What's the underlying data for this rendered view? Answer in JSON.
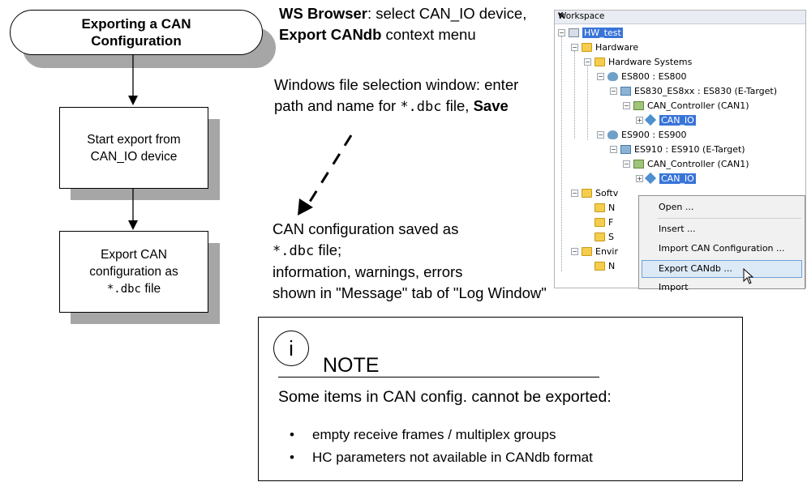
{
  "flow": {
    "start_label": "Exporting a CAN Configuration",
    "step1": "Start export from CAN_IO device",
    "step2_a": "Export CAN configuration as",
    "step2_code": "*.dbc",
    "step2_b": "file"
  },
  "desc": {
    "d1_bold1": "WS Browser",
    "d1_t1": ": select CAN_IO device, ",
    "d1_bold2": "Export CANdb",
    "d1_t2": " context menu",
    "d2_t1": "Windows file selection window: enter path and name for ",
    "d2_code": "*.dbc",
    "d2_t2": " file, ",
    "d2_bold": "Save",
    "d3_t1": "CAN configuration saved as",
    "d3_code": "*.dbc",
    "d3_t2": " file;",
    "d3_t3": "information, warnings, errors",
    "d3_t4": "shown in \"Message\" tab of \"Log Window\""
  },
  "workspace": {
    "title": "Workspace",
    "pin": "▾",
    "close": "×",
    "tree": [
      {
        "label": "HW_test",
        "selected": true
      },
      {
        "label": "Hardware"
      },
      {
        "label": "Hardware Systems"
      },
      {
        "label": "ES800 : ES800"
      },
      {
        "label": "ES830_ES8xx : ES830 (E-Target)"
      },
      {
        "label": "CAN_Controller (CAN1)"
      },
      {
        "label": "CAN_IO",
        "selected": true
      },
      {
        "label": "ES900 : ES900"
      },
      {
        "label": "ES910 : ES910 (E-Target)"
      },
      {
        "label": "CAN_Controller (CAN1)"
      },
      {
        "label": "CAN_IO",
        "selected": true
      },
      {
        "label": "Softv"
      },
      {
        "label": "N"
      },
      {
        "label": "F"
      },
      {
        "label": "S"
      },
      {
        "label": "Envir"
      },
      {
        "label": "N"
      }
    ]
  },
  "context_menu": {
    "items": [
      "Open ...",
      "Insert ...",
      "Import CAN Configuration ...",
      "Export CANdb ...",
      "Import"
    ]
  },
  "note": {
    "icon": "i",
    "title": "NOTE",
    "text": "Some items in CAN config. cannot be exported:",
    "bullets": [
      "empty receive frames / multiplex groups",
      "HC parameters not available in CANdb format"
    ],
    "bullet_glyph": "•"
  }
}
